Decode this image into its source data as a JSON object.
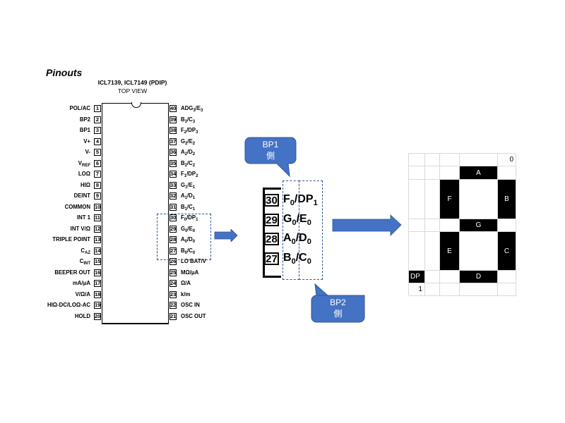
{
  "header": {
    "title": "Pinouts",
    "subtitle": "ICL7139, ICL7149 (PDIP)",
    "view": "TOP VIEW"
  },
  "pins_left": [
    {
      "num": "1",
      "label": "POL/AC"
    },
    {
      "num": "2",
      "label": "BP2"
    },
    {
      "num": "3",
      "label": "BP1"
    },
    {
      "num": "4",
      "label": "V+"
    },
    {
      "num": "5",
      "label": "V-"
    },
    {
      "num": "6",
      "label": "V",
      "sub": "REF"
    },
    {
      "num": "7",
      "label": "LOΩ"
    },
    {
      "num": "8",
      "label": "HIΩ"
    },
    {
      "num": "9",
      "label": "DEINT"
    },
    {
      "num": "10",
      "label": "COMMON"
    },
    {
      "num": "11",
      "label": "INT 1"
    },
    {
      "num": "12",
      "label": "INT V/Ω"
    },
    {
      "num": "13",
      "label": "TRIPLE POINT"
    },
    {
      "num": "14",
      "label": "C",
      "sub": "AZ"
    },
    {
      "num": "15",
      "label": "C",
      "sub": "INT"
    },
    {
      "num": "16",
      "label": "BEEPER OUT"
    },
    {
      "num": "17",
      "label": "mA/μA"
    },
    {
      "num": "18",
      "label": "V/Ω/A"
    },
    {
      "num": "19",
      "label": "HIΩ-DC/LOΩ-AC"
    },
    {
      "num": "20",
      "label": "HOLD"
    }
  ],
  "pins_right": [
    {
      "num": "40",
      "parts": [
        "ADG",
        "3",
        "/E",
        "3"
      ]
    },
    {
      "num": "39",
      "parts": [
        "B",
        "3",
        "/C",
        "3"
      ]
    },
    {
      "num": "38",
      "parts": [
        "F",
        "2",
        "/DP",
        "3"
      ]
    },
    {
      "num": "37",
      "parts": [
        "G",
        "2",
        "/E",
        "2"
      ]
    },
    {
      "num": "36",
      "parts": [
        "A",
        "2",
        "/D",
        "2"
      ]
    },
    {
      "num": "35",
      "parts": [
        "B",
        "2",
        "/C",
        "2"
      ]
    },
    {
      "num": "34",
      "parts": [
        "F",
        "1",
        "/DP",
        "2"
      ]
    },
    {
      "num": "33",
      "parts": [
        "G",
        "1",
        "/E",
        "1"
      ]
    },
    {
      "num": "32",
      "parts": [
        "A",
        "1",
        "/D",
        "1"
      ]
    },
    {
      "num": "31",
      "parts": [
        "B",
        "1",
        "/C",
        "1"
      ]
    },
    {
      "num": "30",
      "parts": [
        "F",
        "0",
        "/DP",
        "1"
      ]
    },
    {
      "num": "29",
      "parts": [
        "G",
        "0",
        "/E",
        "0"
      ]
    },
    {
      "num": "28",
      "parts": [
        "A",
        "0",
        "/D",
        "0"
      ]
    },
    {
      "num": "27",
      "parts": [
        "B",
        "0",
        "/C",
        "0"
      ]
    },
    {
      "num": "26",
      "parts": [
        "LO BAT/V"
      ]
    },
    {
      "num": "25",
      "parts": [
        "MΩ/μA"
      ]
    },
    {
      "num": "24",
      "parts": [
        "Ω/A"
      ]
    },
    {
      "num": "23",
      "parts": [
        "k/m"
      ]
    },
    {
      "num": "22",
      "parts": [
        "OSC IN"
      ]
    },
    {
      "num": "21",
      "parts": [
        "OSC OUT"
      ]
    }
  ],
  "zoom_pins": [
    {
      "num": "30",
      "left": [
        "F",
        "0"
      ],
      "right": [
        "DP",
        "1"
      ]
    },
    {
      "num": "29",
      "left": [
        "G",
        "0"
      ],
      "right": [
        "E",
        "0"
      ]
    },
    {
      "num": "28",
      "left": [
        "A",
        "0"
      ],
      "right": [
        "D",
        "0"
      ]
    },
    {
      "num": "27",
      "left": [
        "B",
        "0"
      ],
      "right": [
        "C",
        "0"
      ]
    }
  ],
  "callouts": {
    "bp1": {
      "line1": "BP1",
      "line2": "側"
    },
    "bp2": {
      "line1": "BP2",
      "line2": "側"
    }
  },
  "colors": {
    "accent": "#4472c4",
    "accent_border": "#2f5597",
    "segment_on": "#000000",
    "gridline": "#d9d9d9"
  },
  "segment_grid": {
    "rows": [
      [
        "",
        "",
        "",
        "",
        "0",
        ""
      ],
      [
        "",
        "",
        "",
        "A*",
        "",
        ""
      ],
      [
        "",
        "",
        "F*",
        "",
        "B*",
        ""
      ],
      [
        "",
        "",
        "",
        "G*",
        "",
        ""
      ],
      [
        "",
        "",
        "E*",
        "",
        "C*",
        ""
      ],
      [
        "DP*",
        "",
        "",
        "D*",
        "",
        ""
      ],
      [
        "1",
        "",
        "",
        "",
        "",
        ""
      ]
    ]
  }
}
